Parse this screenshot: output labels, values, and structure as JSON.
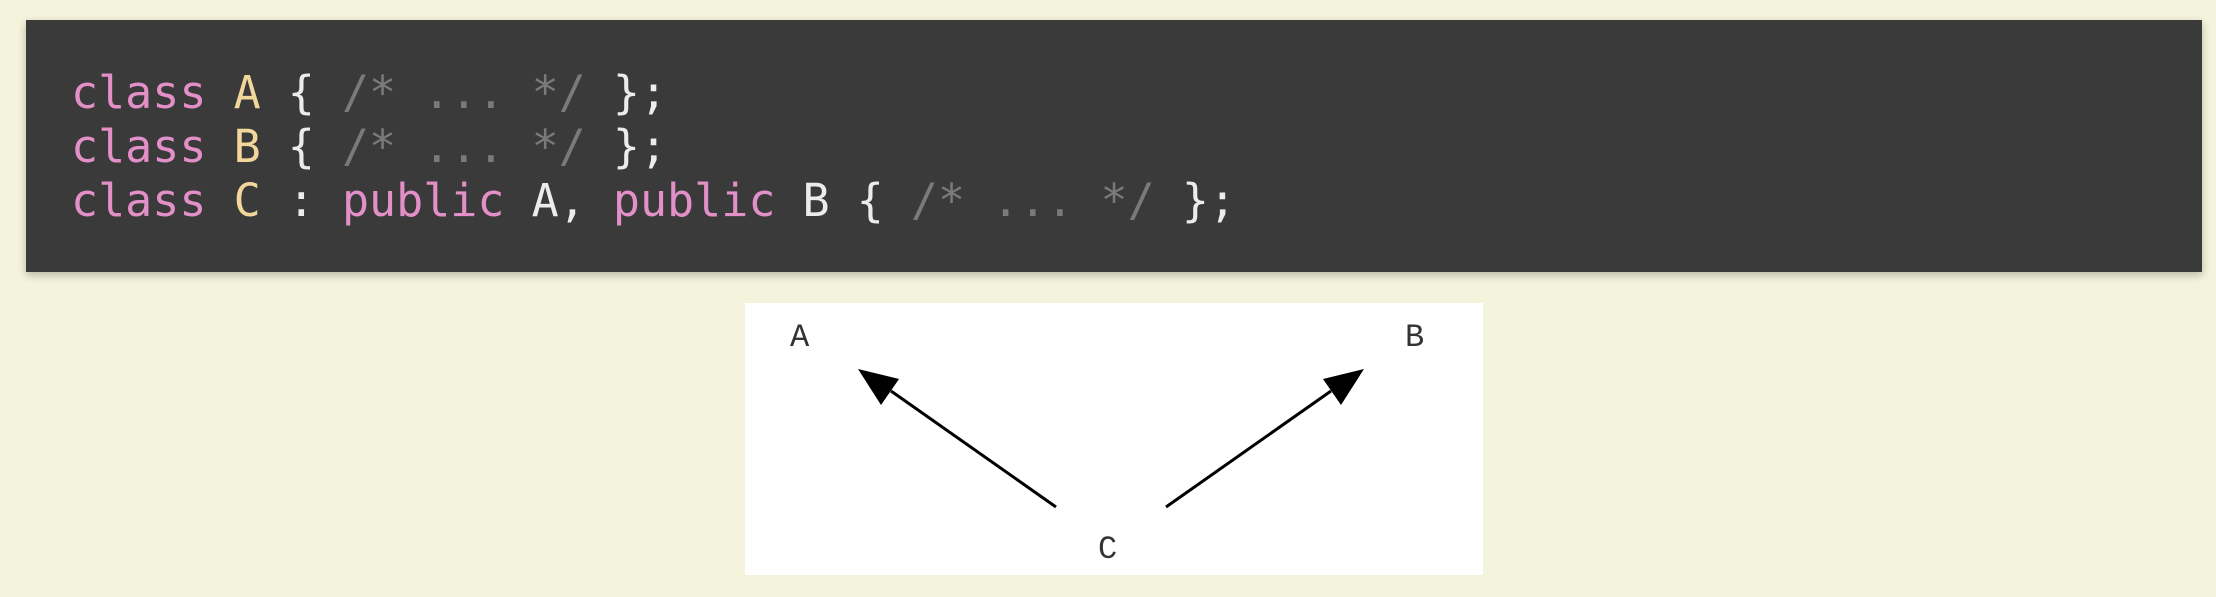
{
  "code": {
    "lines": [
      [
        {
          "t": "class",
          "k": "kw"
        },
        {
          "t": " ",
          "k": "plain"
        },
        {
          "t": "A",
          "k": "cls"
        },
        {
          "t": " { ",
          "k": "plain"
        },
        {
          "t": "/* ... */",
          "k": "cmt"
        },
        {
          "t": " };",
          "k": "plain"
        }
      ],
      [
        {
          "t": "class",
          "k": "kw"
        },
        {
          "t": " ",
          "k": "plain"
        },
        {
          "t": "B",
          "k": "cls"
        },
        {
          "t": " { ",
          "k": "plain"
        },
        {
          "t": "/* ... */",
          "k": "cmt"
        },
        {
          "t": " };",
          "k": "plain"
        }
      ],
      [
        {
          "t": "class",
          "k": "kw"
        },
        {
          "t": " ",
          "k": "plain"
        },
        {
          "t": "C",
          "k": "cls"
        },
        {
          "t": " : ",
          "k": "plain"
        },
        {
          "t": "public",
          "k": "kw"
        },
        {
          "t": " A, ",
          "k": "plain"
        },
        {
          "t": "public",
          "k": "kw"
        },
        {
          "t": " B { ",
          "k": "plain"
        },
        {
          "t": "/* ... */",
          "k": "cmt"
        },
        {
          "t": " };",
          "k": "plain"
        }
      ]
    ]
  },
  "diagram": {
    "nodes": {
      "a": "A",
      "b": "B",
      "c": "C"
    },
    "edges": [
      {
        "from": "C",
        "to": "A"
      },
      {
        "from": "C",
        "to": "B"
      }
    ]
  },
  "colors": {
    "page_background": "#f4f4dc",
    "code_background": "#3a3a3a",
    "keyword": "#e38fc8",
    "class_name": "#f2d79c",
    "comment": "#7a7a7a",
    "plain_text": "#ececec"
  }
}
